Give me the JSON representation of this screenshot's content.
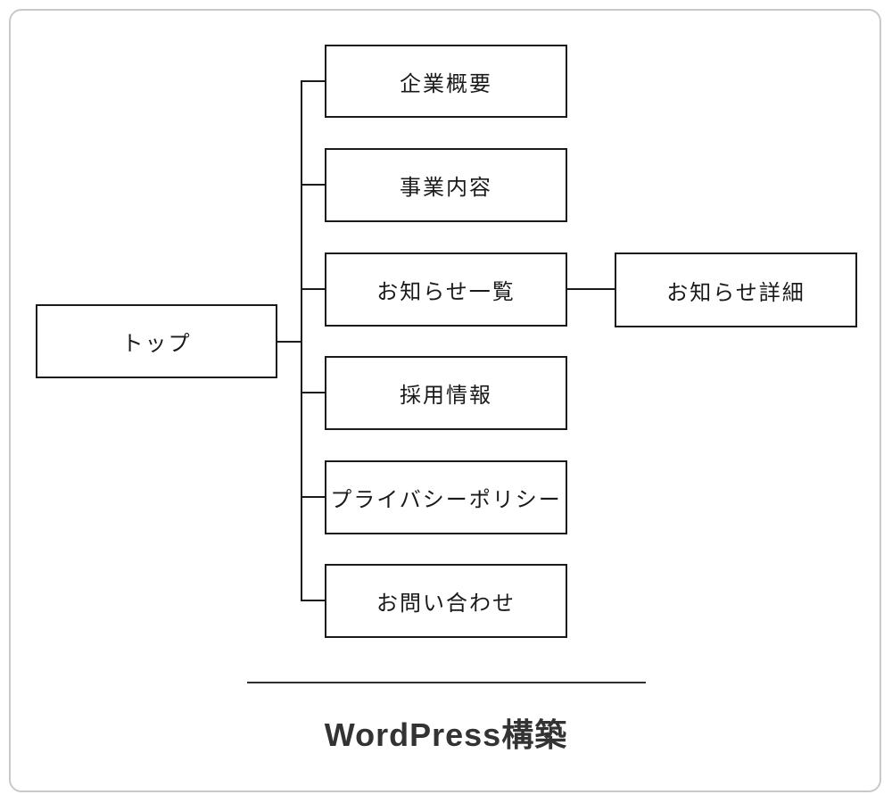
{
  "diagram": {
    "type": "sitemap-tree",
    "root": {
      "label": "トップ"
    },
    "children": [
      {
        "label": "企業概要"
      },
      {
        "label": "事業内容"
      },
      {
        "label": "お知らせ一覧"
      },
      {
        "label": "採用情報"
      },
      {
        "label": "プライバシーポリシー"
      },
      {
        "label": "お問い合わせ"
      }
    ],
    "grandchildren": [
      {
        "label": "お知らせ詳細",
        "parent": "お知らせ一覧"
      }
    ],
    "caption": "WordPress構築"
  },
  "colors": {
    "card_border": "#c9c9c9",
    "node_border": "#1a1a1a",
    "connector": "#1a1a1a",
    "caption_text": "#333333",
    "background": "#ffffff"
  }
}
